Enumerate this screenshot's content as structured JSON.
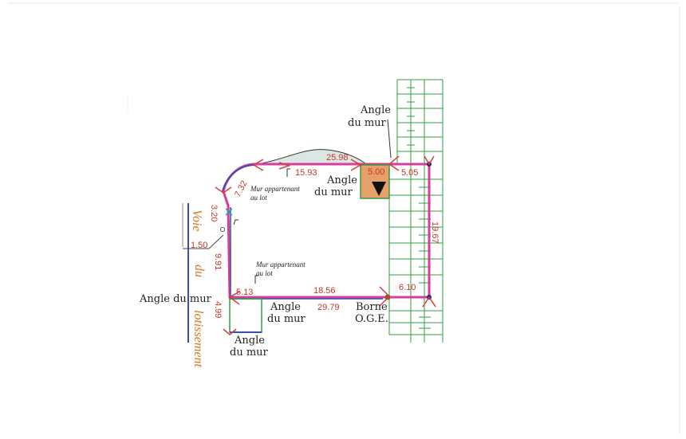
{
  "labels": {
    "angle_top": [
      "Angle",
      "du mur"
    ],
    "angle_mid": [
      "Angle",
      "du mur"
    ],
    "angle_left": "Angle du mur",
    "angle_bottom_mid": [
      "Angle",
      "du mur"
    ],
    "angle_bottom_left": [
      "Angle",
      "du mur"
    ],
    "borne": [
      "Borne",
      "O.G.E."
    ],
    "mur_top": [
      "Mur appartenant",
      "au lot"
    ],
    "mur_bottom": [
      "Mur appartenant",
      "au lot"
    ],
    "voie": [
      "Voie",
      "du",
      "lotissement"
    ]
  },
  "dimensions": {
    "d_25_98": "25.98",
    "d_15_93": "15.93",
    "d_5_00": "5.00",
    "d_5_05": "5.05",
    "d_7_32": "7.32",
    "d_3_20": "3.20",
    "d_1_50": "1.50",
    "d_9_91": "9.91",
    "d_19_67": "19.67",
    "d_18_56": "18.56",
    "d_5_13": "5.13",
    "d_6_10": "6.10",
    "d_29_79": "29.79",
    "d_4_99": "4.99"
  },
  "colors": {
    "boundary": "#d63d9c",
    "dimension_text": "#c0392b",
    "road_text": "#d4781f",
    "grid": "#2e9e3b",
    "wall": "#3a4fb0",
    "box_fill": "#e8a06a"
  }
}
